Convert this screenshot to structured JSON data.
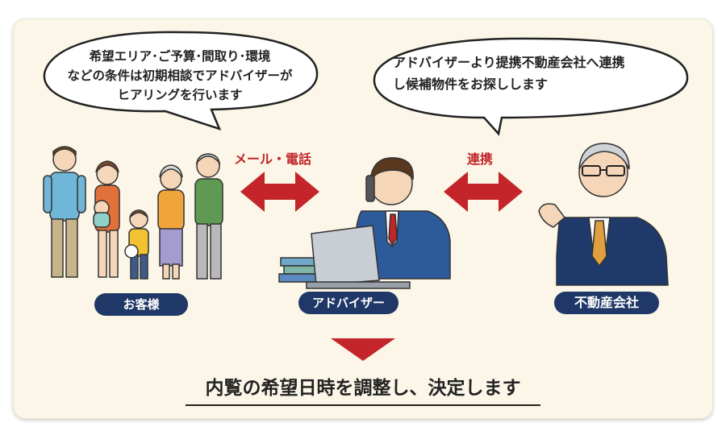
{
  "bubbles": {
    "customer_to_advisor": "希望エリア･ご予算･間取り･環境\nなどの条件は初期相談でアドバイザーが\nヒアリングを行います",
    "advisor_to_company": "アドバイザーより提携不動産会社へ連携\nし候補物件をお探しします"
  },
  "links": {
    "left": "メール・電話",
    "right": "連携"
  },
  "roles": {
    "customer": "お客様",
    "advisor": "アドバイザー",
    "company": "不動産会社"
  },
  "conclusion": "内覧の希望日時を調整し、決定します",
  "colors": {
    "panel_bg": "#fbf6e7",
    "arrow_red": "#c3252a",
    "pill_navy": "#1f3867"
  }
}
